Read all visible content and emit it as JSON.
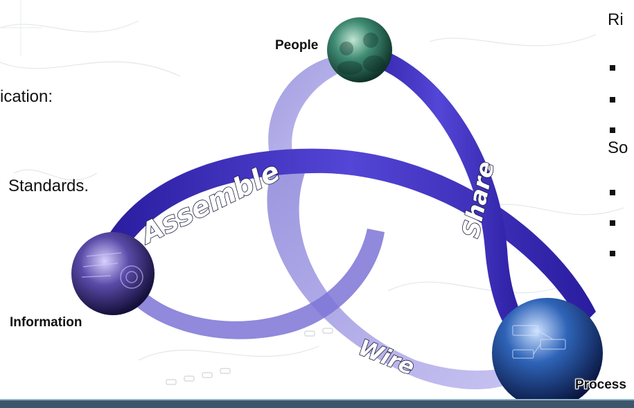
{
  "left_text": {
    "line1": "ication:",
    "line2": "Standards."
  },
  "right_text": {
    "line1": "Ri",
    "line2": "So"
  },
  "nodes": {
    "people": "People",
    "information": "Information",
    "process": "Process"
  },
  "bands": {
    "assemble": "Assemble",
    "share": "Share",
    "wire": "Wire"
  },
  "colors": {
    "band_dark": "#3b2bb8",
    "band_light": "#a9a4e6",
    "people_sphere": "#3f8a72",
    "information_sphere": "#4a3c8c",
    "process_sphere": "#1f4d9a",
    "footer_bar": "#3e566c"
  }
}
